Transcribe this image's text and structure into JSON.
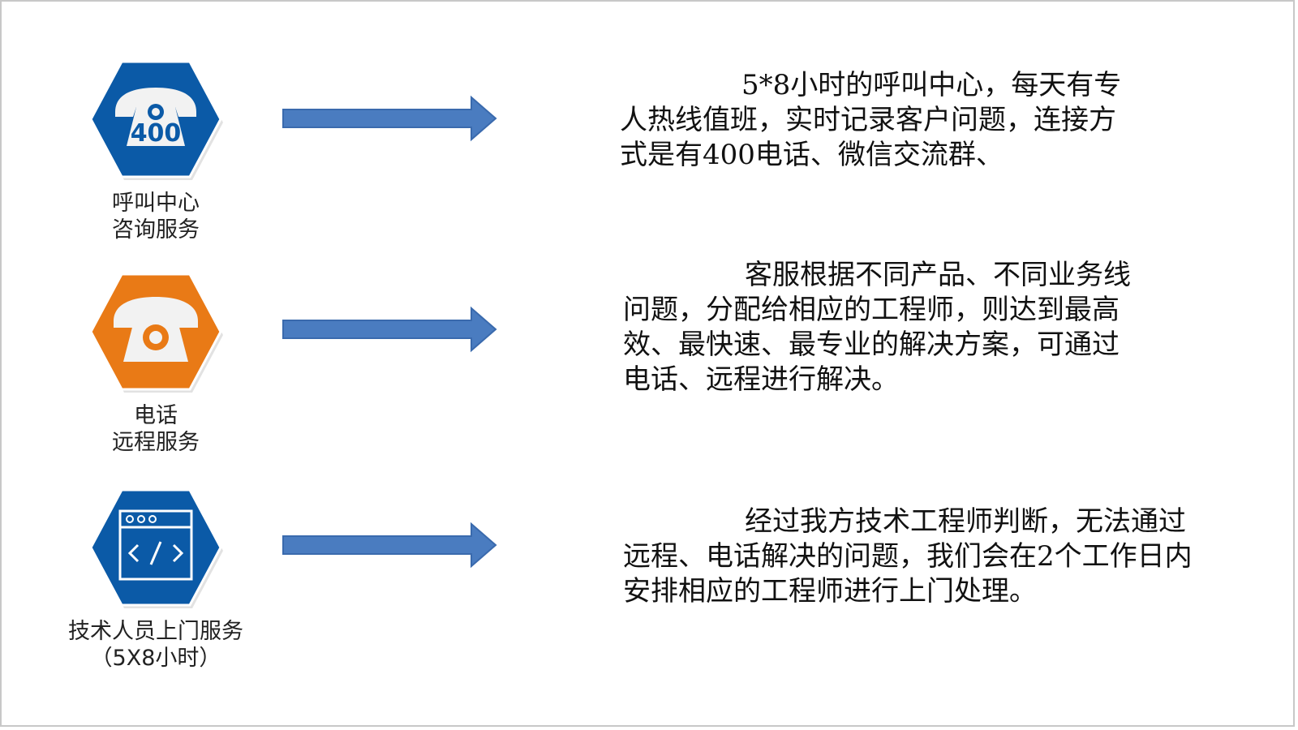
{
  "rows": [
    {
      "icon": "phone-400-icon",
      "icon_text": "400",
      "color": "#0b5aa7",
      "label": [
        "呼叫中心",
        "咨询服务"
      ],
      "desc": [
        "5*8小时的呼叫中心，每天有专",
        "人热线值班，实时记录客户问题，连接方",
        "式是有400电话、微信交流群、"
      ]
    },
    {
      "icon": "telephone-icon",
      "color": "#e97a16",
      "label": [
        "电话",
        "远程服务"
      ],
      "desc": [
        "客服根据不同产品、不同业务线",
        "问题，分配给相应的工程师，则达到最高",
        "效、最快速、最专业的解决方案，可通过",
        "电话、远程进行解决。"
      ]
    },
    {
      "icon": "browser-code-icon",
      "color": "#0b5aa7",
      "label": [
        "技术人员上门服务",
        "（5X8小时）"
      ],
      "desc": [
        "经过我方技术工程师判断，无法通过",
        "远程、电话解决的问题，我们会在2个工作日内",
        "安排相应的工程师进行上门处理。"
      ]
    }
  ],
  "arrow_color": "#4a7cc0"
}
